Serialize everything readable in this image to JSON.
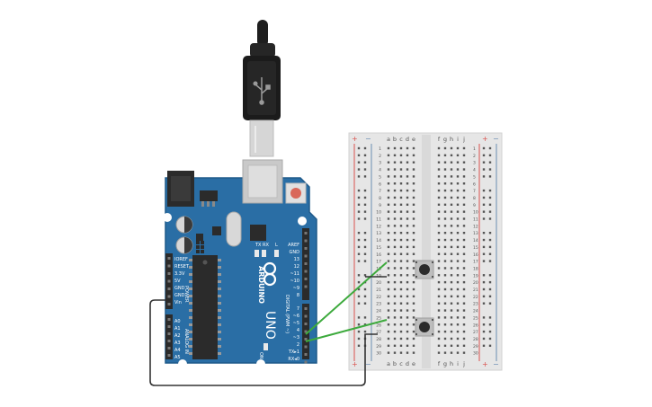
{
  "colors": {
    "board": "#2a6ea5",
    "board_edge": "#1f5a8a",
    "header": "#2b2b2b",
    "breadboard": "#e6e6e6",
    "rail_red": "#d9534f",
    "rail_blue": "#6a8db3",
    "wire_green": "#3daa3d",
    "wire_black": "#333333",
    "usb_cable": "#1e1e1e"
  },
  "arduino": {
    "logo": "ARDUINO",
    "model": "UNO",
    "on_label": "ON",
    "tx_label": "TX",
    "rx_label": "RX",
    "l_label": "L",
    "power_label": "POWER",
    "analog_label": "ANALOG IN",
    "digital_label": "DIGITAL (PWM ~)",
    "power_pins": [
      "IOREF",
      "RESET",
      "3.3V",
      "5V",
      "GND",
      "GND",
      "Vin"
    ],
    "analog_pins": [
      "A0",
      "A1",
      "A2",
      "A3",
      "A4",
      "A5"
    ],
    "top_digital_pins": [
      "AREF",
      "GND",
      "13",
      "12",
      "~11",
      "~10",
      "~9",
      "8"
    ],
    "bottom_digital_pins": [
      "7",
      "~6",
      "~5",
      "4",
      "~3",
      "2",
      "TX▸1",
      "RX◂0"
    ]
  },
  "breadboard": {
    "plus": "+",
    "minus": "−",
    "col_left": [
      "a",
      "b",
      "c",
      "d",
      "e"
    ],
    "col_right": [
      "f",
      "g",
      "h",
      "i",
      "j"
    ],
    "rows": [
      "1",
      "2",
      "3",
      "4",
      "5",
      "6",
      "7",
      "8",
      "9",
      "10",
      "11",
      "12",
      "13",
      "14",
      "15",
      "16",
      "17",
      "18",
      "19",
      "20",
      "21",
      "22",
      "23",
      "24",
      "25",
      "26",
      "27",
      "28",
      "29",
      "30"
    ]
  }
}
